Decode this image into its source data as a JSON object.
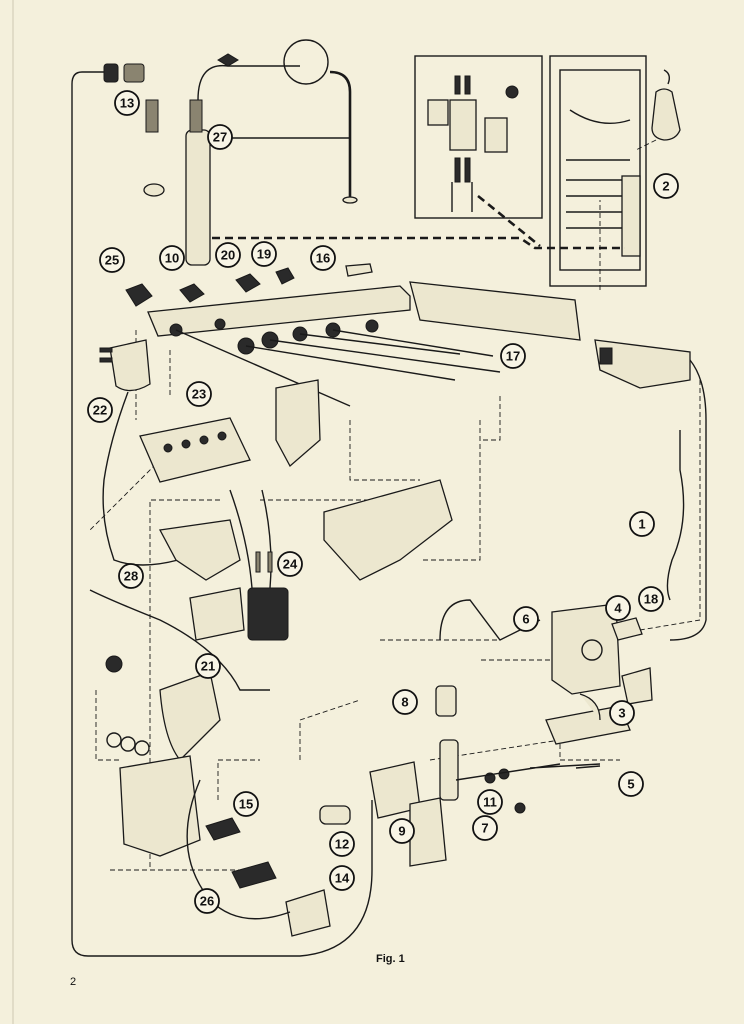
{
  "figure": {
    "caption": "Fig. 1",
    "page_number": "2"
  },
  "callouts": [
    "1",
    "2",
    "3",
    "4",
    "5",
    "6",
    "7",
    "8",
    "9",
    "10",
    "11",
    "12",
    "13",
    "14",
    "15",
    "16",
    "17",
    "18",
    "19",
    "20",
    "21",
    "22",
    "23",
    "24",
    "25",
    "26",
    "27",
    "28"
  ]
}
